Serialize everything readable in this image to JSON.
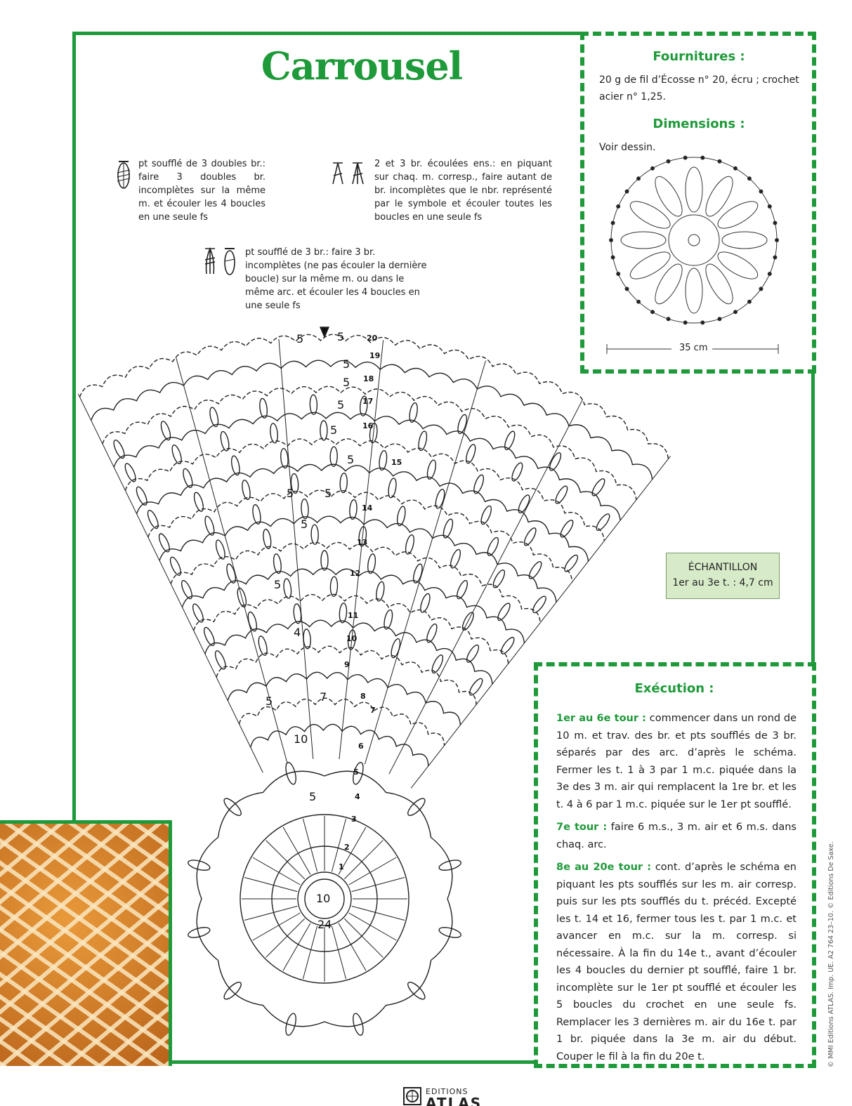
{
  "title": "Carrousel",
  "legend": [
    {
      "symbol": "double-treble-puff-icon",
      "text": "pt soufflé de 3 doubles br.: faire 3 doubles br. incomplètes sur la même m. et écouler les 4 boucles en une seule fs"
    },
    {
      "symbol": "treble-cluster-icon",
      "text": "2 et 3 br. écoulées ens.: en piquant sur chaq. m. corresp., faire autant de br. incomplètes que le nbr. représenté par le symbole et écouler toutes les boucles en une seule fs"
    },
    {
      "symbol": "treble-puff-icon",
      "text": "pt soufflé de 3 br.: faire 3 br. incomplètes (ne pas écouler la dernière boucle) sur la même m. ou dans le même arc. et écouler les 4 boucles en une seule fs"
    }
  ],
  "fournitures": {
    "heading": "Fournitures :",
    "text": "20 g de fil d’Écosse n° 20, écru ; crochet acier n° 1,25."
  },
  "dimensions": {
    "heading": "Dimensions :",
    "text": "Voir dessin.",
    "measure": "35 cm"
  },
  "echantillon": {
    "title": "ÉCHANTILLON",
    "value": "1er au 3e t. : 4,7 cm"
  },
  "execution": {
    "heading": "Exécution :",
    "paragraphs": [
      {
        "label": "1er au 6e tour :",
        "text": " commencer dans un rond de 10 m. et trav. des br. et pts soufflés de 3 br. séparés par des arc. d’après le schéma. Fermer les t. 1 à 3 par 1 m.c. piquée dans la 3e des 3 m. air qui remplacent la 1re br. et les t. 4 à 6 par 1 m.c. piquée sur le 1er pt soufflé."
      },
      {
        "label": "7e tour :",
        "text": " faire 6 m.s., 3 m. air et 6 m.s. dans chaq. arc."
      },
      {
        "label": "8e au 20e tour :",
        "text": " cont. d’après le schéma en piquant les pts soufflés sur les m. air corresp. puis sur les pts soufflés du t. précéd. Excepté les t. 14 et 16, fermer tous les t. par 1 m.c. et avancer en m.c. sur la m. corresp. si nécessaire. À la fin du 14e t., avant d’écouler les 4 boucles du dernier pt soufflé, faire 1 br. incomplète sur le 1er pt soufflé et écouler les 5 boucles du crochet en une seule fs. Remplacer les 3 dernières m. air du 16e t. par 1 br. piquée dans la 3e m. air du début. Couper le fil à la fin du 20e t."
      }
    ]
  },
  "diagram": {
    "round_numbers": [
      "1",
      "2",
      "3",
      "4",
      "5",
      "6",
      "7",
      "8",
      "9",
      "10",
      "11",
      "12",
      "13",
      "14",
      "15",
      "16",
      "17",
      "18",
      "19",
      "20"
    ],
    "center_labels": [
      "10",
      "24"
    ],
    "stitch_counts": [
      "5",
      "5",
      "5",
      "5",
      "5",
      "5",
      "5",
      "5",
      "5",
      "5",
      "7",
      "5",
      "5",
      "4",
      "10",
      "5"
    ]
  },
  "copyright": "© MMI Editions ATLAS. Imp. UE. A2 764 23–10. © Editions De Saxe.",
  "publisher": {
    "line1": "EDITIONS",
    "line2": "ATLAS"
  },
  "colors": {
    "accent": "#1f9a3a",
    "sample_bg": "#d7ebc9"
  }
}
